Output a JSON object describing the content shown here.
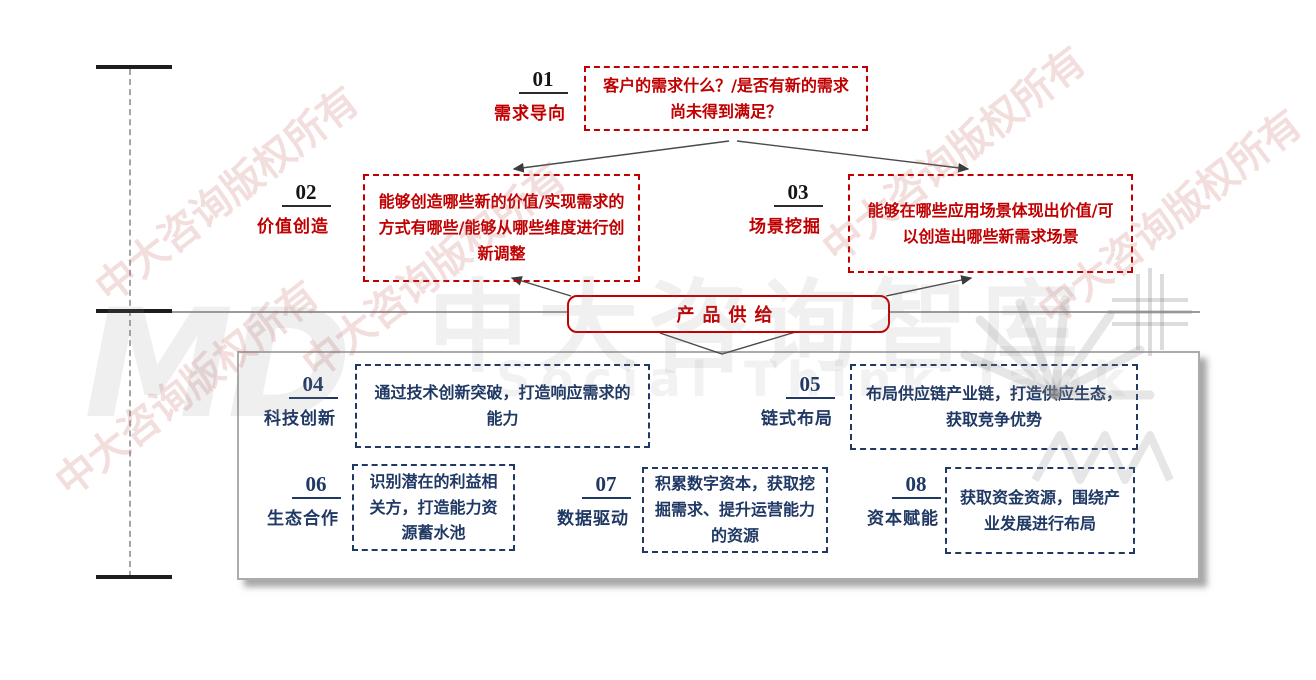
{
  "slide": {
    "background": "#ffffff"
  },
  "colors": {
    "red_accent": "#C00000",
    "navy_accent": "#1F3864",
    "line_gray": "#9b9b9b",
    "panel_border": "#ababab",
    "tick_black": "#1d1d1d"
  },
  "hub": {
    "label": "产品供给"
  },
  "nodes": [
    {
      "id": "01",
      "label": "需求导向",
      "desc": "客户的需求什么？/是否有新的需求尚未得到满足？",
      "theme": "red"
    },
    {
      "id": "02",
      "label": "价值创造",
      "desc": "能够创造哪些新的价值/实现需求的方式有哪些/能够从哪些维度进行创新调整",
      "theme": "red"
    },
    {
      "id": "03",
      "label": "场景挖掘",
      "desc": "能够在哪些应用场景体现出价值/可以创造出哪些新需求场景",
      "theme": "red"
    },
    {
      "id": "04",
      "label": "科技创新",
      "desc": "通过技术创新突破，打造响应需求的能力",
      "theme": "blue"
    },
    {
      "id": "05",
      "label": "链式布局",
      "desc": "布局供应链产业链，打造供应生态，获取竞争优势",
      "theme": "blue"
    },
    {
      "id": "06",
      "label": "生态合作",
      "desc": "识别潜在的利益相关方，打造能力资源蓄水池",
      "theme": "blue"
    },
    {
      "id": "07",
      "label": "数据驱动",
      "desc": "积累数字资本，获取挖掘需求、提升运营能力的资源",
      "theme": "blue"
    },
    {
      "id": "08",
      "label": "资本赋能",
      "desc": "获取资金资源，围绕产业发展进行布局",
      "theme": "blue"
    }
  ],
  "watermarks": {
    "copyright": "中大咨询版权所有",
    "brand_cn": "中大咨询智库",
    "brand_en": "Social Think Tank",
    "logo_letters": "MD"
  }
}
